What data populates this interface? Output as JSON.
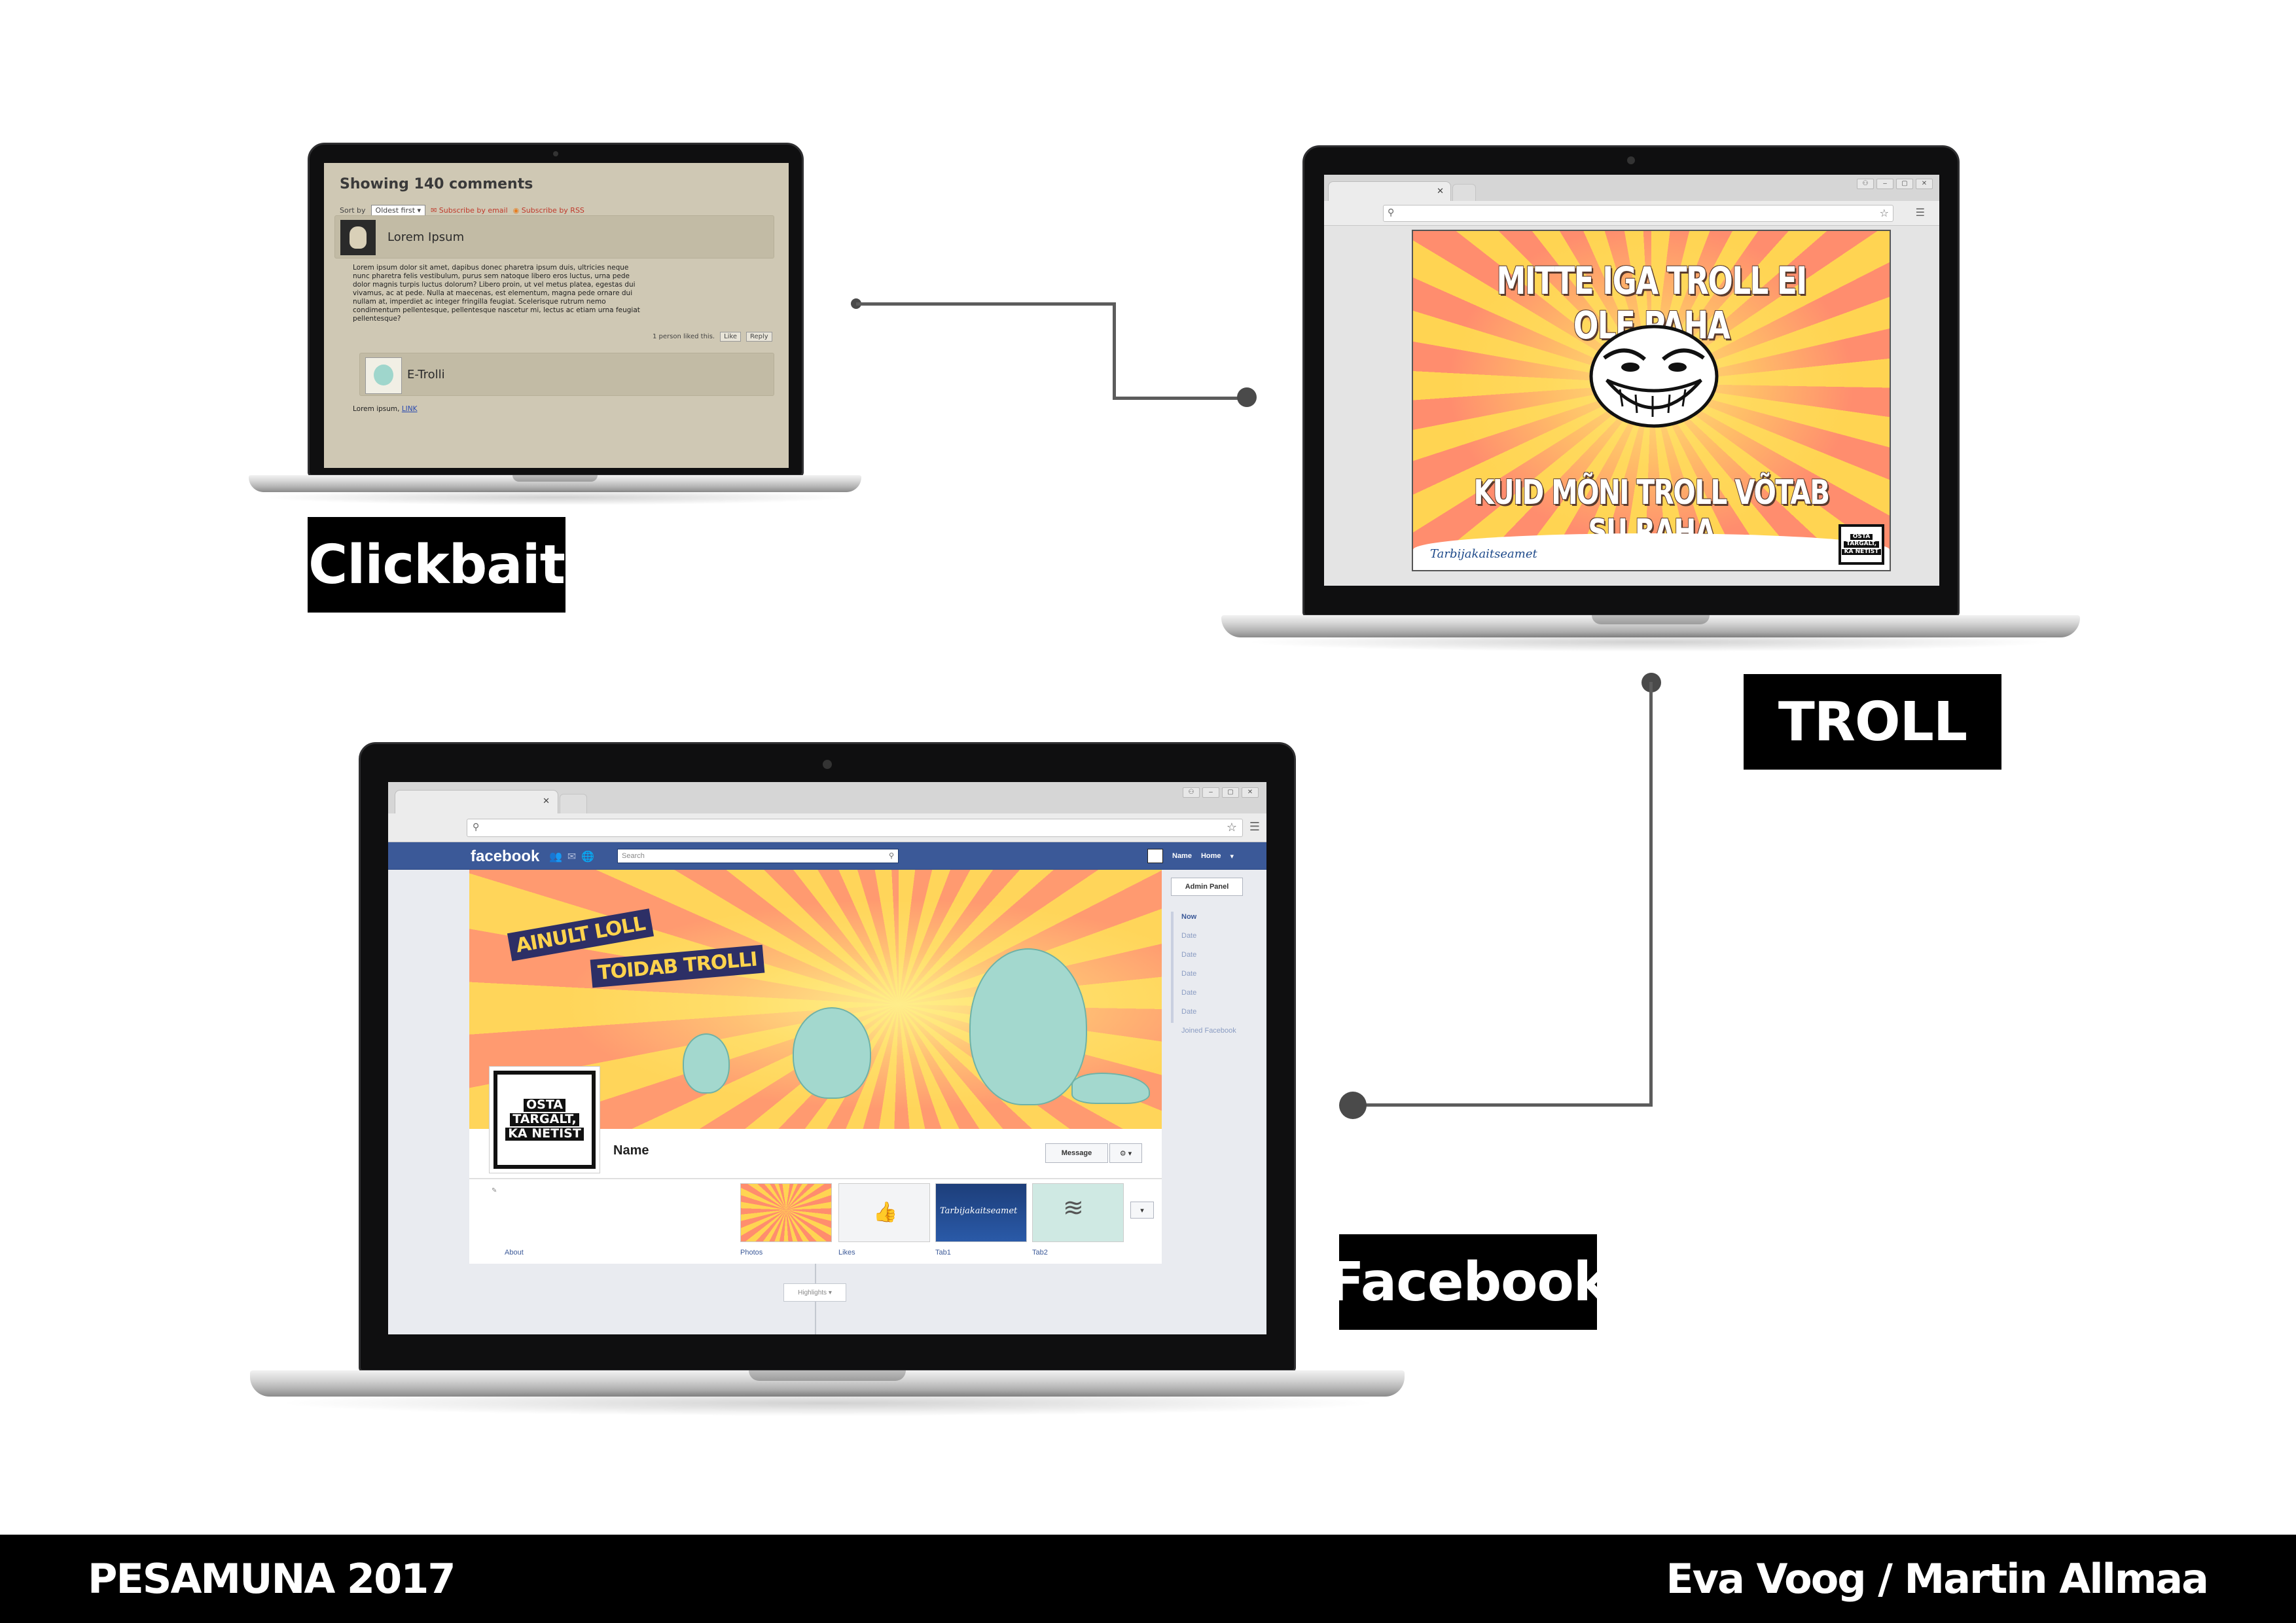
{
  "colors": {
    "label_bg": "#000000",
    "connector": "#5c5c5c",
    "facebook_blue": "#3b5998",
    "comments_bg": "#cfc8b4"
  },
  "labels": {
    "clickbait": "Clickbait",
    "troll": "TROLL",
    "facebook": "Facebook"
  },
  "footer": {
    "left": "PESAMUNA 2017",
    "right": "Eva Voog / Martin Allmaa"
  },
  "comments_screen": {
    "title": "Showing 140 comments",
    "sort_label": "Sort by",
    "sort_value": "Oldest first",
    "subscribe_email": "Subscribe by email",
    "subscribe_rss": "Subscribe by RSS",
    "comment1_author": "Lorem Ipsum",
    "comment1_body": "Lorem ipsum dolor sit amet, dapibus donec pharetra ipsum duis, ultricies neque nunc pharetra felis vestibulum, purus sem natoque libero eros luctus, urna pede dolor magnis turpis luctus dolorum? Libero proin, ut vel metus platea, egestas dui vivamus, ac at pede. Nulla at maecenas, est elementum, magna pede ornare dui nullam at, imperdiet ac integer fringilla feugiat. Scelerisque rutrum nemo condimentum pellentesque, pellentesque nascetur mi, lectus ac etiam urna feugiat pellentesque?",
    "liked_text": "1 person liked this.",
    "like_button": "Like",
    "reply_button": "Reply",
    "comment2_author": "E-Trolli",
    "comment2_body": "Lorem ipsum,",
    "comment2_link": "LINK"
  },
  "troll_screen": {
    "top_text": "MITTE IGA TROLL EI OLE PAHA",
    "bottom_text": "KUID MÕNI TROLL VÕTAB SU RAHA",
    "brand": "Tarbijakaitseamet",
    "stamp": [
      "OSTA",
      "TARGALT,",
      "KA NETIST"
    ]
  },
  "facebook_screen": {
    "logo": "facebook",
    "search_placeholder": "Search",
    "nav_name": "Name",
    "nav_home": "Home",
    "admin_panel": "Admin Panel",
    "timeline": [
      "Now",
      "Date",
      "Date",
      "Date",
      "Date",
      "Date",
      "Joined Facebook"
    ],
    "banner_line1": "AINULT LOLL",
    "banner_line2": "TOIDAB TROLLI",
    "stamp": [
      "OSTA",
      "TARGALT,",
      "KA NETIST"
    ],
    "page_name": "Name",
    "message_button": "Message",
    "tabs": [
      "About",
      "Photos",
      "Likes",
      "Tab1",
      "Tab2"
    ],
    "tab1_brand": "Tarbijakaitseamet",
    "highlights": "Highlights"
  }
}
